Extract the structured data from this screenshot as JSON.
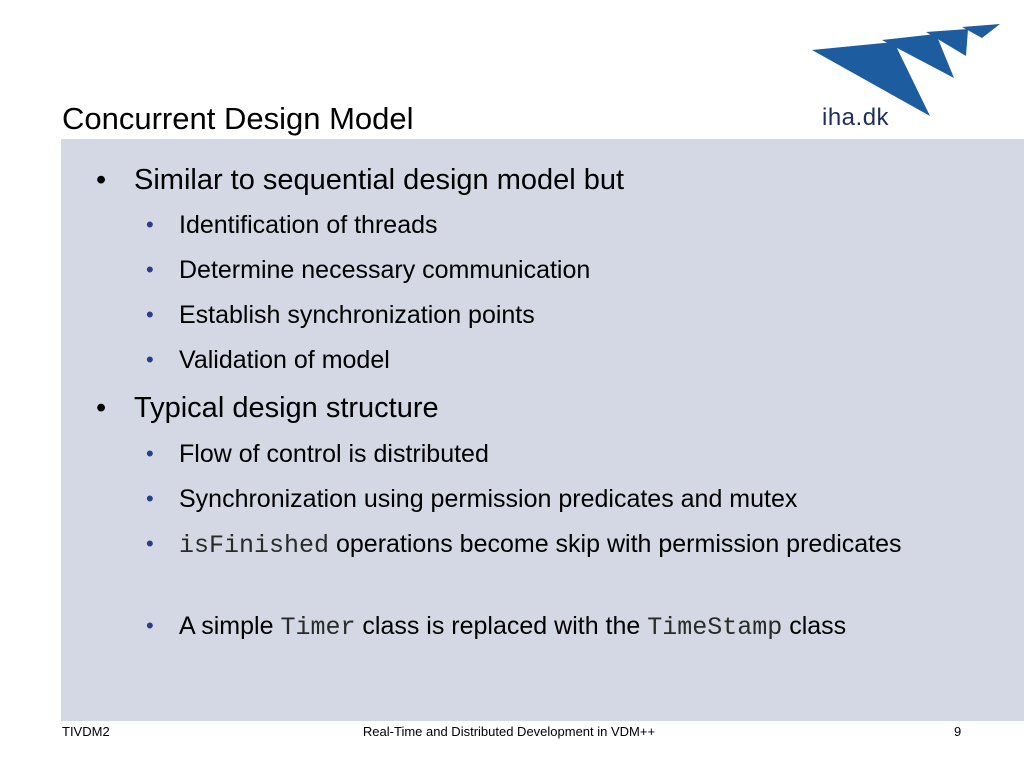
{
  "slide": {
    "title": "Concurrent Design Model"
  },
  "logo": {
    "text": "iha.dk",
    "color": "#1d5c9e"
  },
  "bullets": [
    {
      "text": "Similar to sequential design model but",
      "sub": [
        "Identification of threads",
        "Determine necessary communication",
        "Establish synchronization points",
        "Validation of model"
      ]
    },
    {
      "text": "Typical design structure",
      "sub": [
        "Flow of control is distributed",
        "Synchronization using permission predicates and mutex"
      ],
      "sub_rich": [
        {
          "code": "isFinished",
          "text": " operations become skip with permission predicates"
        },
        {
          "prefix": "A simple ",
          "code1": "Timer",
          "middle": " class is replaced with the ",
          "code2": "TimeStamp",
          "suffix": " class"
        }
      ]
    }
  ],
  "footer": {
    "left": "TIVDM2",
    "center": "Real-Time and Distributed Development in VDM++",
    "page": "9"
  },
  "colors": {
    "content_bg": "#d3d8e4",
    "sub_bullet": "#2a3c8c"
  }
}
